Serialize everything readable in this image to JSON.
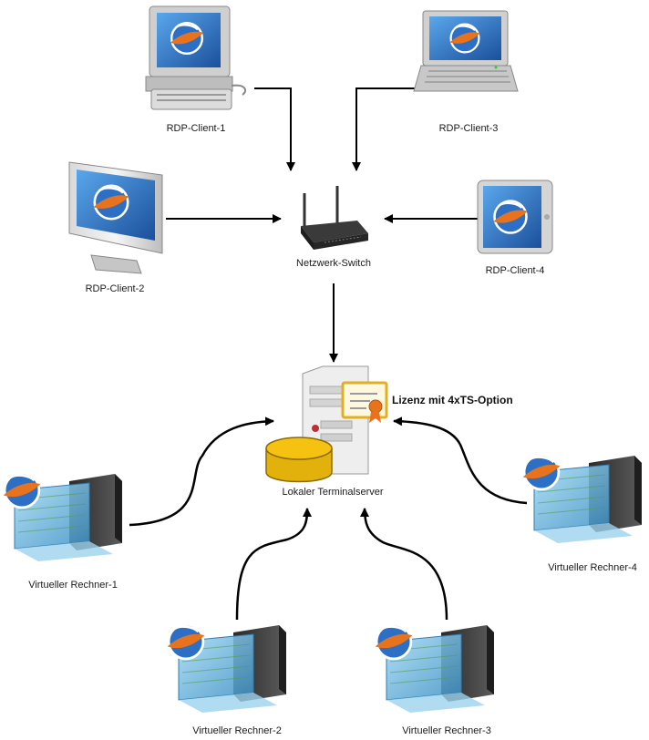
{
  "nodes": {
    "client1": {
      "label": "RDP-Client-1"
    },
    "client2": {
      "label": "RDP-Client-2"
    },
    "client3": {
      "label": "RDP-Client-3"
    },
    "client4": {
      "label": "RDP-Client-4"
    },
    "switch": {
      "label": "Netzwerk-Switch"
    },
    "server": {
      "label": "Lokaler Terminalserver"
    },
    "license": {
      "label": "Lizenz mit 4xTS-Option"
    },
    "vm1": {
      "label": "Virtueller Rechner-1"
    },
    "vm2": {
      "label": "Virtueller Rechner-2"
    },
    "vm3": {
      "label": "Virtueller Rechner-3"
    },
    "vm4": {
      "label": "Virtueller Rechner-4"
    }
  },
  "edges": [
    {
      "from": "RDP-Client-1",
      "to": "Netzwerk-Switch"
    },
    {
      "from": "RDP-Client-2",
      "to": "Netzwerk-Switch"
    },
    {
      "from": "RDP-Client-3",
      "to": "Netzwerk-Switch"
    },
    {
      "from": "RDP-Client-4",
      "to": "Netzwerk-Switch"
    },
    {
      "from": "Netzwerk-Switch",
      "to": "Lokaler Terminalserver"
    },
    {
      "from": "Virtueller Rechner-1",
      "to": "Lokaler Terminalserver"
    },
    {
      "from": "Virtueller Rechner-2",
      "to": "Lokaler Terminalserver"
    },
    {
      "from": "Virtueller Rechner-3",
      "to": "Lokaler Terminalserver"
    },
    {
      "from": "Virtueller Rechner-4",
      "to": "Lokaler Terminalserver"
    }
  ],
  "icons": {
    "client1": "desktop-pc-icon",
    "client2": "imac-monitor-icon",
    "client3": "laptop-icon",
    "client4": "tablet-icon",
    "switch": "wireless-router-icon",
    "server": "server-tower-icon",
    "license": "certificate-icon",
    "database": "database-cylinder-icon",
    "vm": "virtual-machine-icon"
  },
  "colors": {
    "arrow": "#000000",
    "screen_blue": "#2c6fc4",
    "logo_orange": "#e8731c",
    "certificate_gold": "#f2c230",
    "database_yellow": "#f5c211",
    "vm_glass": "#7fc6e8"
  }
}
